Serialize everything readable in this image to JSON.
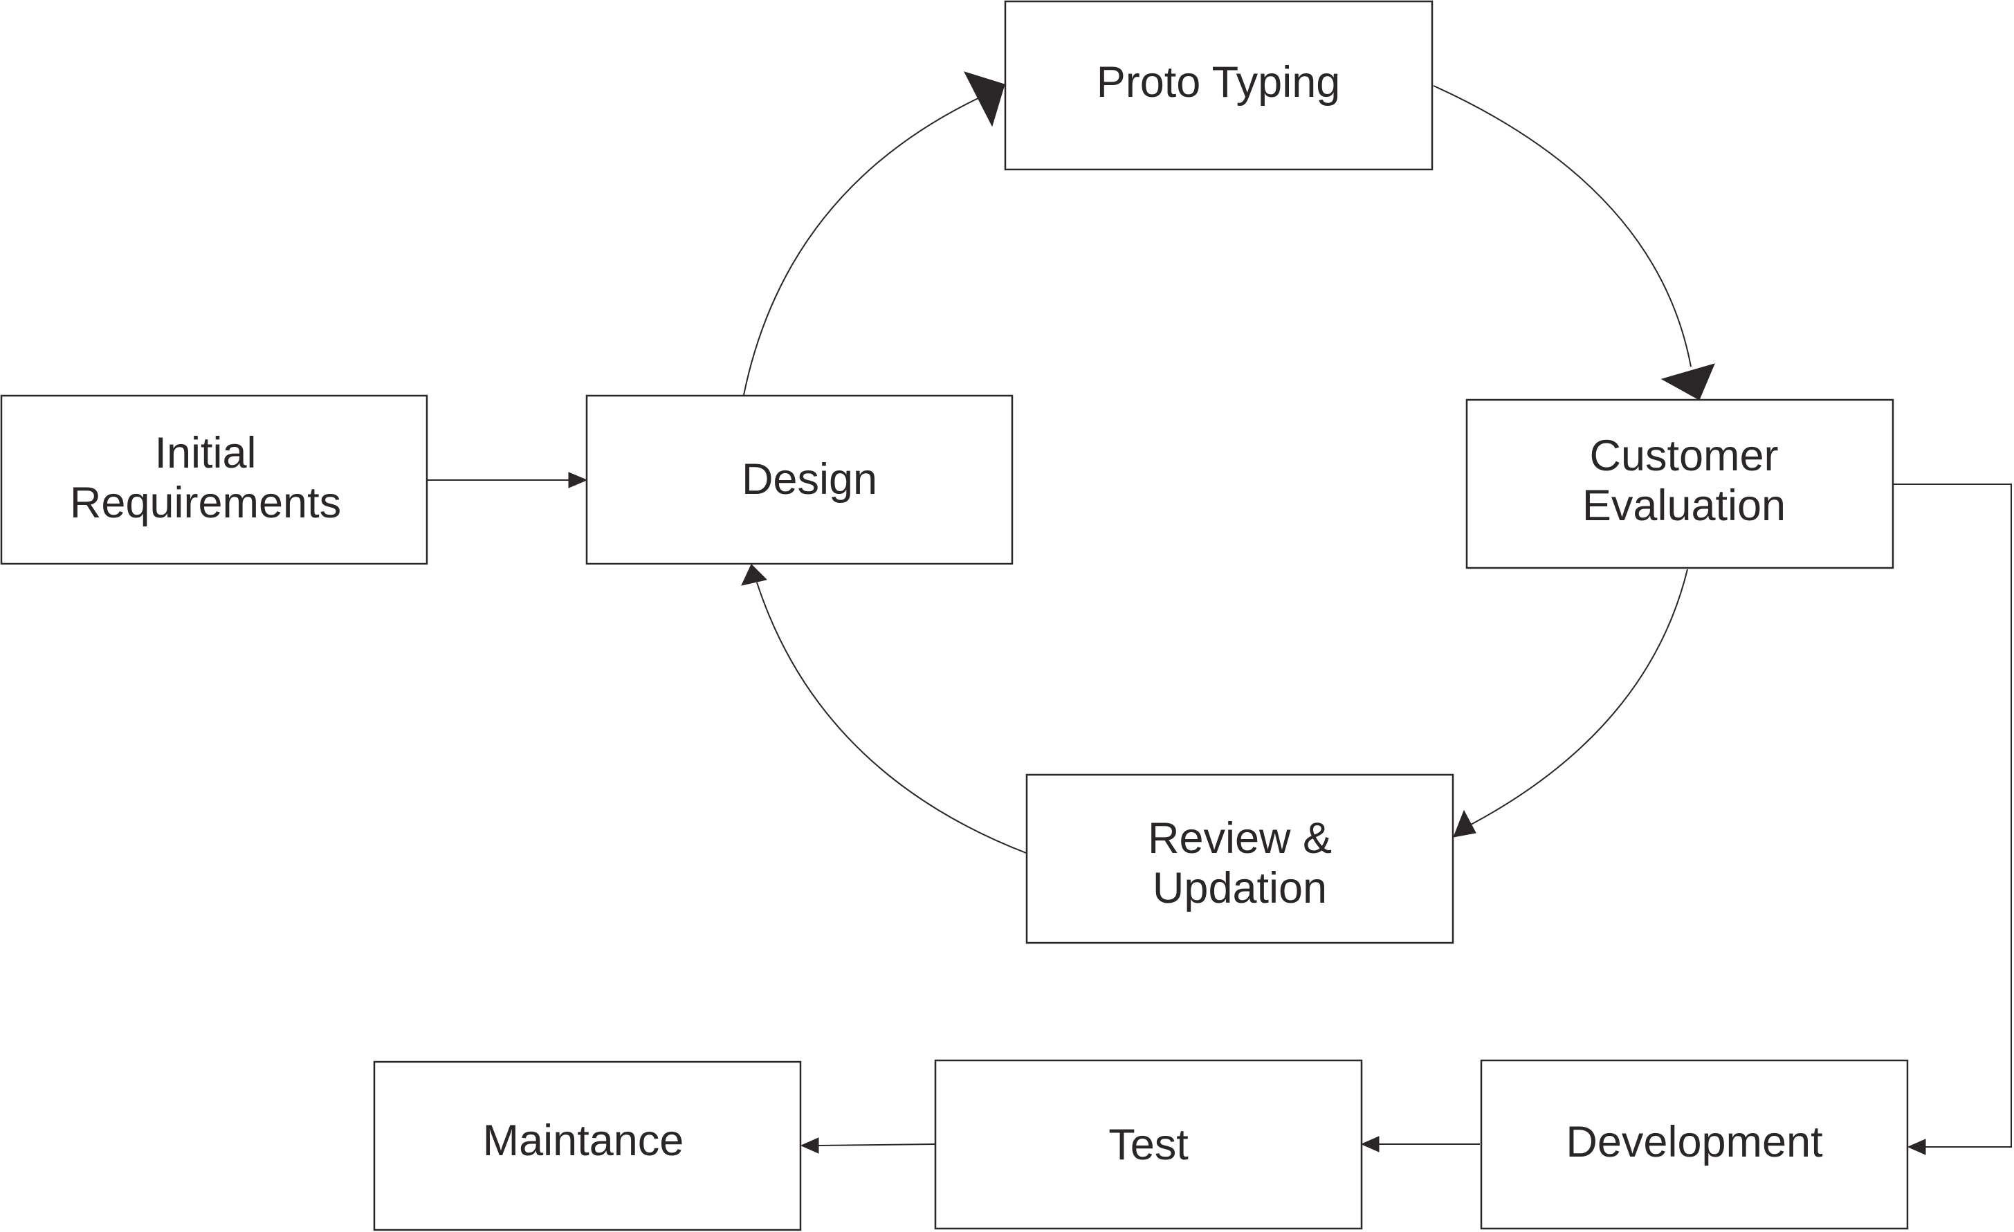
{
  "nodes": {
    "initial_requirements": {
      "line1": "Initial",
      "line2": "Requirements"
    },
    "design": {
      "label": "Design"
    },
    "proto_typing": {
      "label": "Proto Typing"
    },
    "customer_evaluation": {
      "line1": "Customer",
      "line2": "Evaluation"
    },
    "review_updation": {
      "line1": "Review &",
      "line2": "Updation"
    },
    "development": {
      "label": "Development"
    },
    "test": {
      "label": "Test"
    },
    "maintance": {
      "label": "Maintance"
    }
  },
  "edges": [
    {
      "from": "Initial Requirements",
      "to": "Design"
    },
    {
      "from": "Design",
      "to": "Proto Typing"
    },
    {
      "from": "Proto Typing",
      "to": "Customer Evaluation"
    },
    {
      "from": "Customer Evaluation",
      "to": "Review & Updation"
    },
    {
      "from": "Review & Updation",
      "to": "Design"
    },
    {
      "from": "Customer Evaluation",
      "to": "Development"
    },
    {
      "from": "Development",
      "to": "Test"
    },
    {
      "from": "Test",
      "to": "Maintance"
    }
  ],
  "colors": {
    "stroke": "#2a2526",
    "text": "#2a2526",
    "background": "#ffffff"
  }
}
